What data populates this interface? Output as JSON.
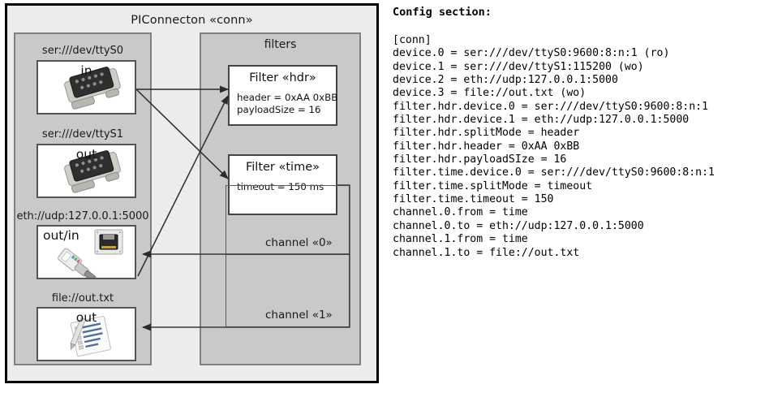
{
  "diagram": {
    "outer_title": "PIConnecton «conn»",
    "devices_panel": {
      "items": [
        {
          "label": "ser:///dev/ttyS0",
          "io": "in",
          "icon": "serial-connector-icon"
        },
        {
          "label": "ser:///dev/ttyS1",
          "io": "out",
          "icon": "serial-connector-icon"
        },
        {
          "label": "eth://udp:127.0.0.1:5000",
          "io": "out/in",
          "icon": "ethernet-connector-icon"
        },
        {
          "label": "file://out.txt",
          "io": "out",
          "icon": "text-file-icon"
        }
      ]
    },
    "filters_panel": {
      "title": "filters",
      "filters": [
        {
          "title": "Filter «hdr»",
          "attrs": "header = 0xAA 0xBB\npayloadSize = 16"
        },
        {
          "title": "Filter «time»",
          "attrs": "timeout = 150 ms"
        }
      ]
    },
    "channels": [
      {
        "label": "channel «0»"
      },
      {
        "label": "channel «1»"
      }
    ]
  },
  "config": {
    "heading": "Config section:",
    "lines": "[conn]\ndevice.0 = ser:///dev/ttyS0:9600:8:n:1 (ro)\ndevice.1 = ser:///dev/ttyS1:115200 (wo)\ndevice.2 = eth://udp:127.0.0.1:5000\ndevice.3 = file://out.txt (wo)\nfilter.hdr.device.0 = ser:///dev/ttyS0:9600:8:n:1\nfilter.hdr.device.1 = eth://udp:127.0.0.1:5000\nfilter.hdr.splitMode = header\nfilter.hdr.header = 0xAA 0xBB\nfilter.hdr.payloadSIze = 16\nfilter.time.device.0 = ser:///dev/ttyS0:9600:8:n:1\nfilter.time.splitMode = timeout\nfilter.time.timeout = 150\nchannel.0.from = time\nchannel.0.to = eth://udp:127.0.0.1:5000\nchannel.1.from = time\nchannel.1.to = file://out.txt"
  },
  "colors": {
    "canvas": "#ffffff",
    "outer_fill": "#ececec",
    "panel_fill": "#c9c9c9",
    "box_fill": "#ffffff",
    "border_dark": "#000000",
    "border_mid": "#808080",
    "line": "#333333"
  }
}
